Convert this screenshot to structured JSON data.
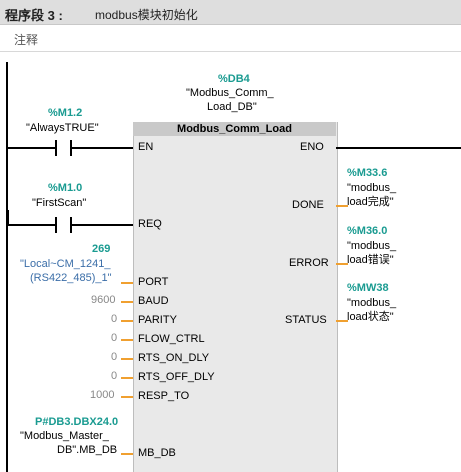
{
  "segment": {
    "title": "程序段 3 :",
    "subtitle": "modbus模块初始化",
    "comment": "注释"
  },
  "block": {
    "db_ref": "%DB4",
    "db_name_line1": "\"Modbus_Comm_",
    "db_name_line2": "Load_DB\"",
    "name": "Modbus_Comm_Load"
  },
  "contacts": [
    {
      "address": "%M1.2",
      "name": "\"AlwaysTRUE\""
    },
    {
      "address": "%M1.0",
      "name": "\"FirstScan\""
    }
  ],
  "inputs": {
    "en": "EN",
    "req": "REQ",
    "port": "PORT",
    "baud": "BAUD",
    "parity": "PARITY",
    "flow_ctrl": "FLOW_CTRL",
    "rts_on_dly": "RTS_ON_DLY",
    "rts_off_dly": "RTS_OFF_DLY",
    "resp_to": "RESP_TO",
    "mb_db": "MB_DB"
  },
  "outputs": {
    "eno": "ENO",
    "done": "DONE",
    "error": "ERROR",
    "status": "STATUS"
  },
  "port_value": {
    "value": "269",
    "line1": "\"Local~CM_1241_",
    "line2": "(RS422_485)_1\""
  },
  "input_values": {
    "baud": "9600",
    "parity": "0",
    "flow_ctrl": "0",
    "rts_on_dly": "0",
    "rts_off_dly": "0",
    "resp_to": "1000"
  },
  "mb_db_value": {
    "address": "P#DB3.DBX24.0",
    "line1": "\"Modbus_Master_",
    "line2": "DB\".MB_DB"
  },
  "output_tags": {
    "done": {
      "address": "%M33.6",
      "line1": "\"modbus_",
      "line2": "load完成\""
    },
    "error": {
      "address": "%M36.0",
      "line1": "\"modbus_",
      "line2": "load错误\""
    },
    "status": {
      "address": "%MW38",
      "line1": "\"modbus_",
      "line2": "load状态\""
    }
  },
  "colors": {
    "tag_teal": "#1a9b91",
    "const_blue": "#3b6ea8",
    "wire_orange": "#f0a030"
  }
}
